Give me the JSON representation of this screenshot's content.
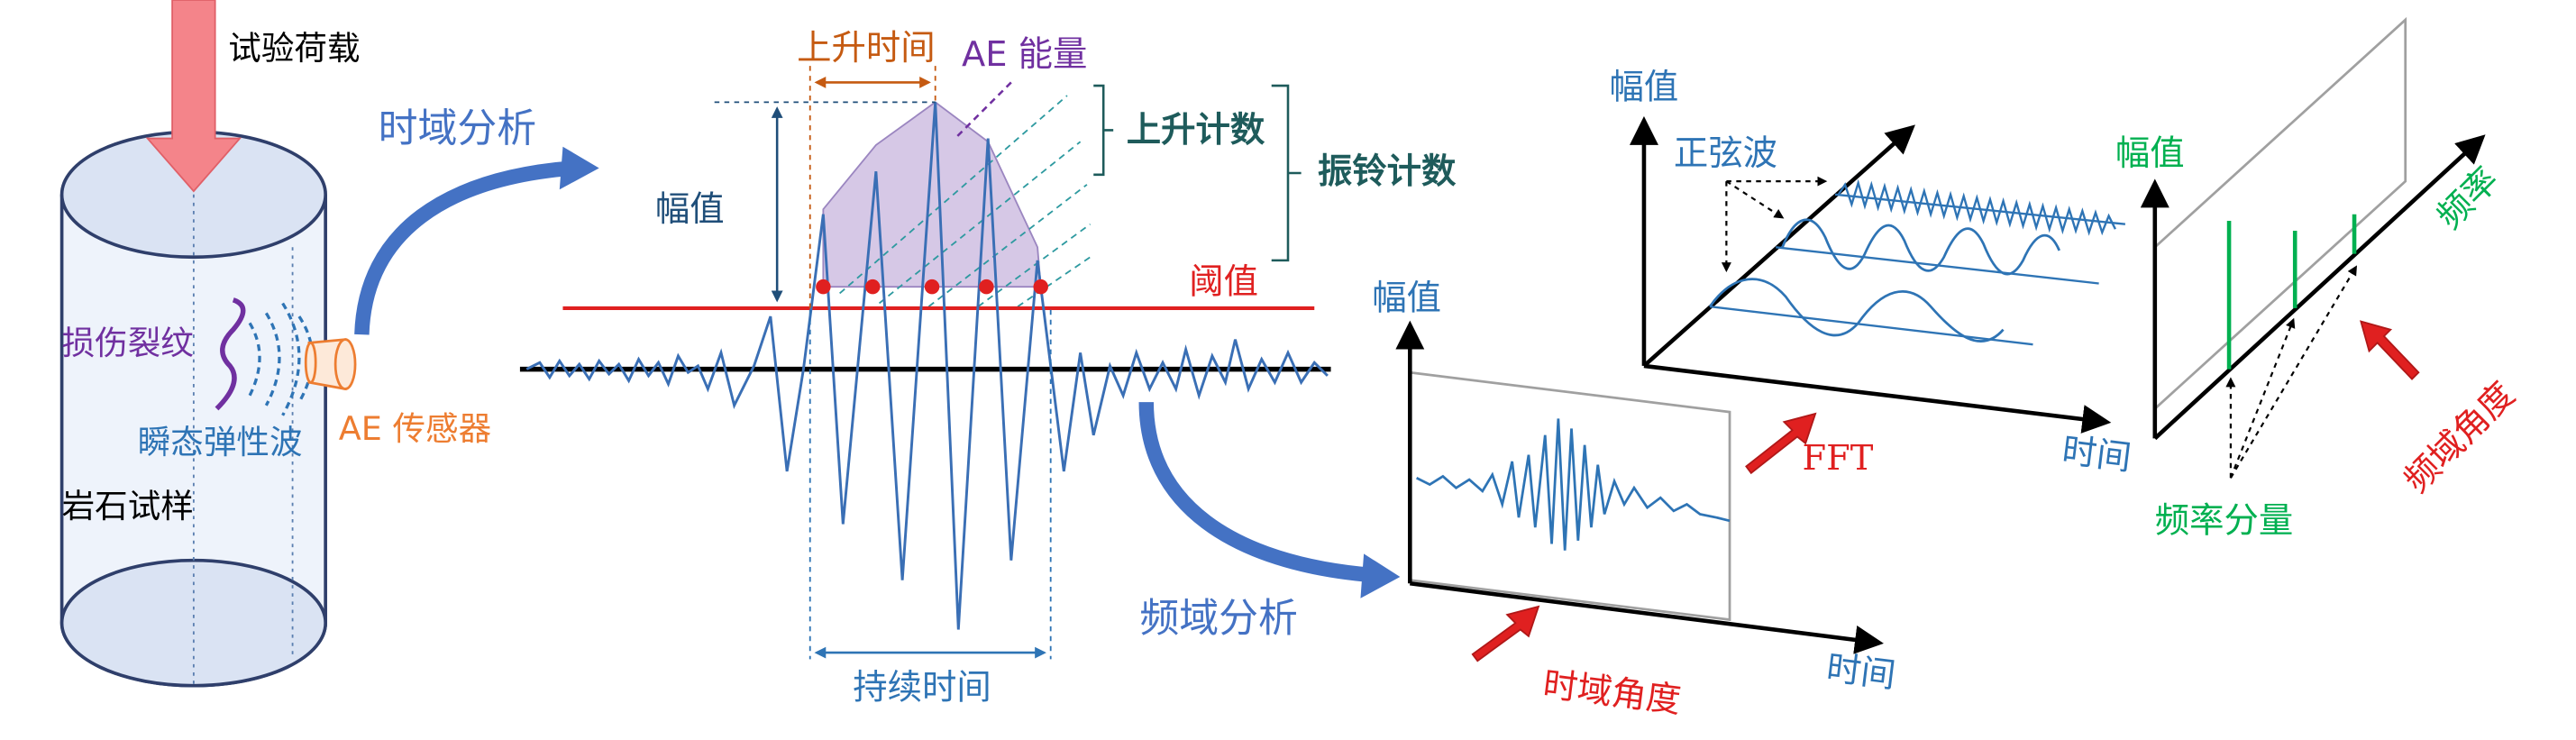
{
  "colors": {
    "blue_text": "#2e74b5",
    "dark_blue": "#1f4e79",
    "purple": "#7030a0",
    "orange": "#c55a11",
    "sensor_orange": "#ed7d31",
    "red": "#e02020",
    "green": "#00b050",
    "teal": "#1e5b5b",
    "signal": "#3a6fb5",
    "energy_fill": "#d6c8e6",
    "arrow_blue": "#4472c4",
    "load_fill": "#f4848a",
    "specimen_fill": "#dae3f3",
    "specimen_stroke": "#2f3f6b"
  },
  "labels": {
    "test_load": "试验荷载",
    "damage_crack": "损伤裂纹",
    "transient_wave": "瞬态弹性波",
    "ae_sensor": "AE 传感器",
    "rock_sample": "岩石试样",
    "time_domain_analysis": "时域分析",
    "freq_domain_analysis": "频域分析",
    "rise_time": "上升时间",
    "ae_energy": "AE 能量",
    "rise_count": "上升计数",
    "ring_count": "振铃计数",
    "amplitude_wave": "幅值",
    "threshold": "阈值",
    "duration": "持续时间",
    "amp_time_view": "幅值",
    "time_time_view": "时间",
    "time_domain_angle": "时域角度",
    "amp_fft": "幅值",
    "sine_wave": "正弦波",
    "time_fft": "时间",
    "fft": "FFT",
    "amp_spectrum": "幅值",
    "frequency": "频率",
    "freq_components": "频率分量",
    "freq_domain_angle": "频域角度"
  }
}
